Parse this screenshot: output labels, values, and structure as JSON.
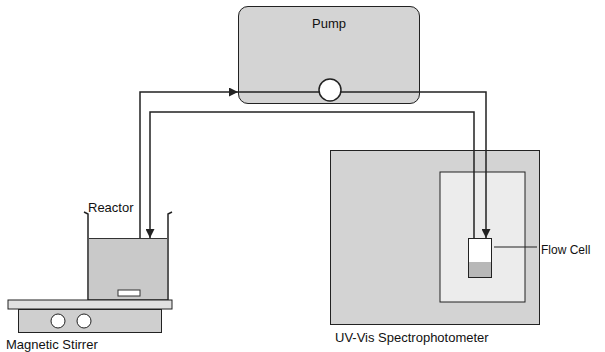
{
  "diagram": {
    "nodes": [
      {
        "text": [
          "Pump"
        ]
      },
      {
        "text": [
          "Reactor"
        ]
      },
      {
        "text": [
          "Magnetic Stirrer"
        ]
      },
      {
        "text": [
          "UV-Vis Spectrophotometer"
        ]
      },
      {
        "text": [
          "Flow Cell"
        ],
        "in": 3
      }
    ],
    "edges": [
      {
        "from": 1,
        "to": 0,
        "arrow": "to"
      },
      {
        "from": 0,
        "to": 4,
        "arrow": "to"
      },
      {
        "from": 4,
        "to": 1,
        "arrow": "to"
      }
    ]
  }
}
